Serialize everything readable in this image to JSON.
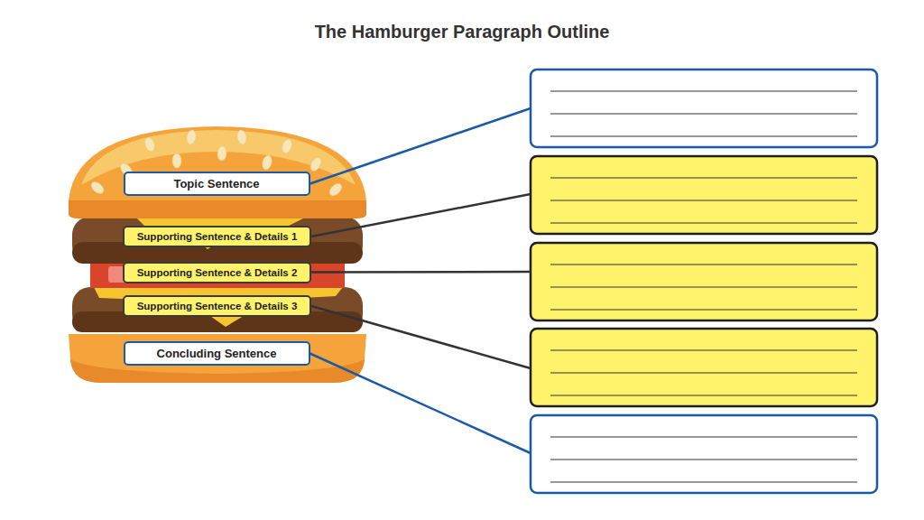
{
  "diagram": {
    "title": "The Hamburger Paragraph Outline",
    "nodes": [
      {
        "text": [
          "Topic Sentence"
        ]
      },
      {
        "text": [
          "Supporting Sentence & Details 1"
        ]
      },
      {
        "text": [
          "Supporting Sentence & Details 2"
        ]
      },
      {
        "text": [
          "Supporting Sentence & Details 3"
        ]
      },
      {
        "text": [
          "Concluding Sentence"
        ]
      }
    ]
  }
}
